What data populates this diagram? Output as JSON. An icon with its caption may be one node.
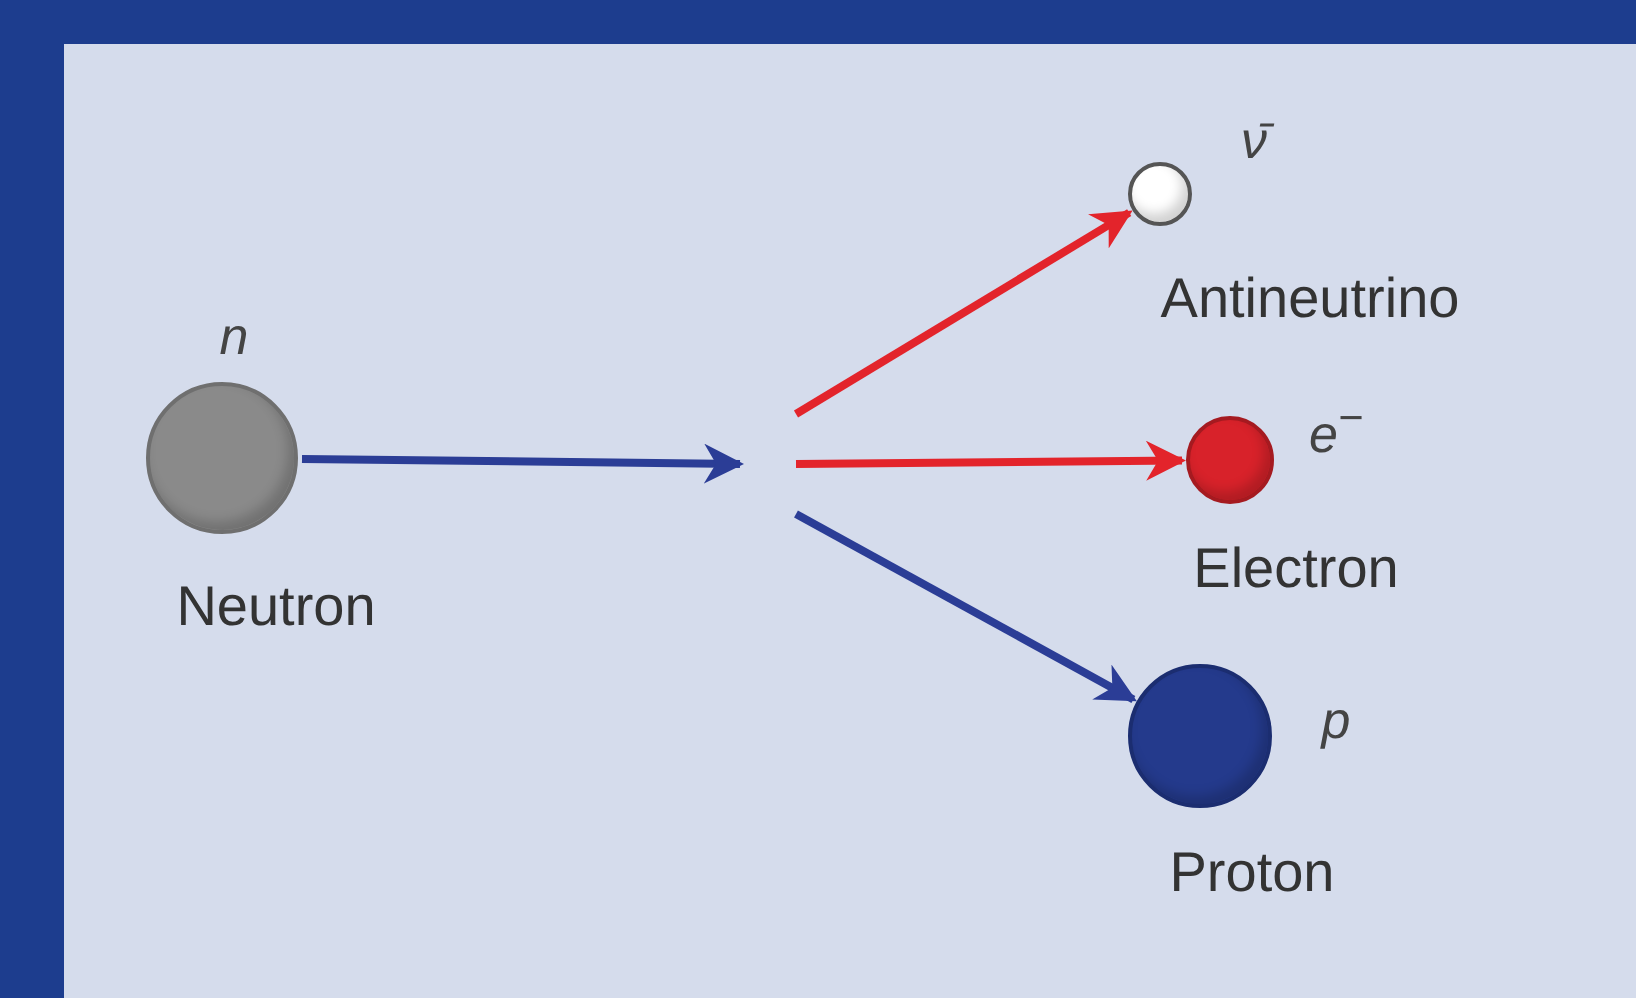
{
  "diagram": {
    "nodes": [
      {
        "text": [
          "n",
          "Neutron"
        ]
      },
      {
        "text": [
          "ν̄",
          "Antineutrino"
        ]
      },
      {
        "text": [
          "e$^{−}$",
          "Electron"
        ]
      },
      {
        "text": [
          "p",
          "Proton"
        ]
      }
    ],
    "edges": [
      {
        "from": 0,
        "to": null,
        "arrow": "to",
        "color": "#2b3d96"
      },
      {
        "from": null,
        "to": 1,
        "arrow": "to",
        "color": "#e3242b"
      },
      {
        "from": null,
        "to": 2,
        "arrow": "to",
        "color": "#e3242b"
      },
      {
        "from": null,
        "to": 3,
        "arrow": "to",
        "color": "#2b3d96"
      }
    ]
  }
}
